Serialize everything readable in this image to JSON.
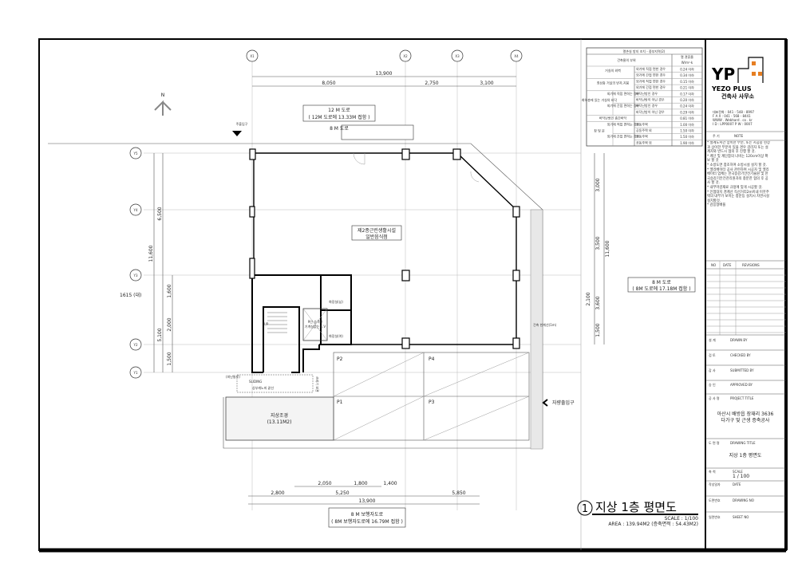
{
  "grid": {
    "x_labels": [
      "X1",
      "X2",
      "X3",
      "X4"
    ],
    "y_labels": [
      "Y5",
      "Y4",
      "Y3",
      "Y2",
      "Y1"
    ]
  },
  "dims": {
    "top_total": "13,900",
    "top_parts": [
      "8,050",
      "2,750",
      "3,100"
    ],
    "bottom_parts_inner": [
      "2,050",
      "1,800",
      "1,400"
    ],
    "bottom_parts": [
      "2,800",
      "5,250",
      "5,850"
    ],
    "bottom_total": "13,900",
    "left_outer": "11,600",
    "left_upper": "6,500",
    "left_lower": "5,100",
    "left_inner": [
      "1,600",
      "2,000",
      "1,500"
    ],
    "right_outer": "11,600",
    "right_parts": [
      "3,000",
      "3,500",
      "3,600",
      "1,500"
    ],
    "right_inner": "2,100",
    "site_level": "1615 (대)"
  },
  "labels": {
    "north": "N",
    "main_entrance": "주출입구",
    "vehicle_entrance": "자량출입구",
    "road_top_1": "12 M 도로",
    "road_top_2": "( 12M 도로에 13.33M 접함 )",
    "road_top_3": "8 M 도로",
    "road_right_1": "8 M 도로",
    "road_right_2": "( 8M 도로에 17.18M 접함 )",
    "road_bottom_1": "8 M 보행자도로",
    "road_bottom_2": "( 8M 보행자도로에 16.79M 접함 )",
    "use_1": "제2종근린생활시설",
    "use_2": "일반음식점",
    "toilet_m": "화장실(남)",
    "toilet_f": "화장실(여)",
    "elevator_1": "9인 승객용",
    "elevator_2": "기계실없는 E.V",
    "up": "UP",
    "evac": "(피난통로)",
    "sliding": "SLIDING",
    "canopy": "상부캐노피 끝선",
    "side_label": "쓰레기 보관",
    "landscape_1": "지상조경",
    "landscape_2": "(13.11M2)",
    "setback": "건축 한계선(1m)",
    "parking": [
      "P1",
      "P2",
      "P3",
      "P4"
    ]
  },
  "drawing_title": {
    "number": "1",
    "title": "지상 1층 평면도",
    "scale": "SCALE : 1/100",
    "area": "AREA : 139.94M2 (증축면적 : 54.43M2)"
  },
  "insulation_table": {
    "title": "열손실 방지 조치 - 중부지역(2)",
    "col_part": "건축물의 부위",
    "col_value": "열 관류율",
    "col_unit": "W/m²·k",
    "rows": [
      {
        "group": "거실의 외벽",
        "sub": "",
        "cond": "외기에 직접 면한 경우",
        "value": "0.24 이하"
      },
      {
        "group": "",
        "sub": "",
        "cond": "외기에 간접 면한 경우",
        "value": "0.34 이하"
      },
      {
        "group": "최상층 거실의 반자,지붕",
        "sub": "",
        "cond": "외기에 직접 면한 경우",
        "value": "0.15 이하"
      },
      {
        "group": "",
        "sub": "",
        "cond": "외기에 간접 면한 경우",
        "value": "0.21 이하"
      },
      {
        "group": "최하층에 있는 거실의 바닥",
        "sub": "외기에 직접 면하는 경우",
        "cond": "바닥난방인 경우",
        "value": "0.17 이하"
      },
      {
        "group": "",
        "sub": "",
        "cond": "바닥난방이 아닌 경우",
        "value": "0.20 이하"
      },
      {
        "group": "",
        "sub": "외기에 간접 면하는 경우",
        "cond": "바닥난방인 경우",
        "value": "0.24 이하"
      },
      {
        "group": "",
        "sub": "",
        "cond": "바닥난방이 아닌 경우",
        "value": "0.29 이하"
      },
      {
        "group": "바닥난방인 층간바닥",
        "sub": "",
        "cond": "",
        "value": "0.81 이하"
      },
      {
        "group": "창 및 문",
        "sub": "외기에 직접 면하는 경우",
        "cond": "공동주택",
        "value": "1.00 이하"
      },
      {
        "group": "",
        "sub": "",
        "cond": "공동주택 외",
        "value": "1.50 이하"
      },
      {
        "group": "",
        "sub": "외기에 간접 면하는 경우",
        "cond": "공동주택",
        "value": "1.50 이하"
      },
      {
        "group": "",
        "sub": "",
        "cond": "공동주택 외",
        "value": "1.90 이하"
      }
    ]
  },
  "title_block": {
    "logo": "YP",
    "company_en": "YEZO PLUS",
    "company_kr": "건축사 사무소",
    "contact": [
      "대표전화 : 041 - 548 - 8997",
      "F A X : 041 - 568 - 8441",
      "WWW . Webhard . co . kr",
      "I D : LPP0007   P W : 0007"
    ],
    "note_kr": "주 기",
    "note_en": "NOTE",
    "notes": [
      "* 설계도서간 상이한 부분, 또는 시공중 현장과 상이한 부분이 있을 경우 감리자 또는 설계자와 반드시 협의 후 진행 할 것.",
      "* 계단 및 계단참의 너비는 120cm이상 확보 할 것",
      "* 소방도면 참조하여 소방시설 설치 할 것.",
      "* 엘리베이터 공사 관련하여 시공자 및 엘리베이터 업체는 한국승강기안전기술원 및 한국승강기안전관리원과의 충분한 협의 후 공사 할 것.",
      "* 내부마감재료 규정에 맞게 시공할 것.",
      "* 인접대지 경계선 직선거리2m이내 이웃주택의 내부가 보이는 창문등 설치시 차면시설 설치할것.",
      "* 감응형배플"
    ],
    "rev_cols": [
      "NO",
      "DATE",
      "REVISIONS"
    ],
    "fields": [
      {
        "kr": "설 계",
        "en": "DRAWN BY",
        "value": ""
      },
      {
        "kr": "검 토",
        "en": "CHECKED BY",
        "value": ""
      },
      {
        "kr": "감 사",
        "en": "SUBMITTED BY",
        "value": ""
      },
      {
        "kr": "승 인",
        "en": "APPROVED BY",
        "value": ""
      }
    ],
    "project_kr": "공 사 명",
    "project_en": "PROJECT TITLE",
    "project_1": "아산시 배방읍 장재리 3636",
    "project_2": "다가구 및 근생 증축공사",
    "drawing_kr": "도 면 명",
    "drawing_en": "DRAWING TITLE",
    "drawing_value": "지상 1층 평면도",
    "scale_kr": "축 척",
    "scale_en": "SCALE",
    "scale_value": "1 / 100",
    "date_kr": "작성일자",
    "date_en": "DATE",
    "dwgno_kr": "도면번호",
    "dwgno_en": "DRAWING NO",
    "sheet_kr": "일련번호",
    "sheet_en": "SHEET NO"
  }
}
